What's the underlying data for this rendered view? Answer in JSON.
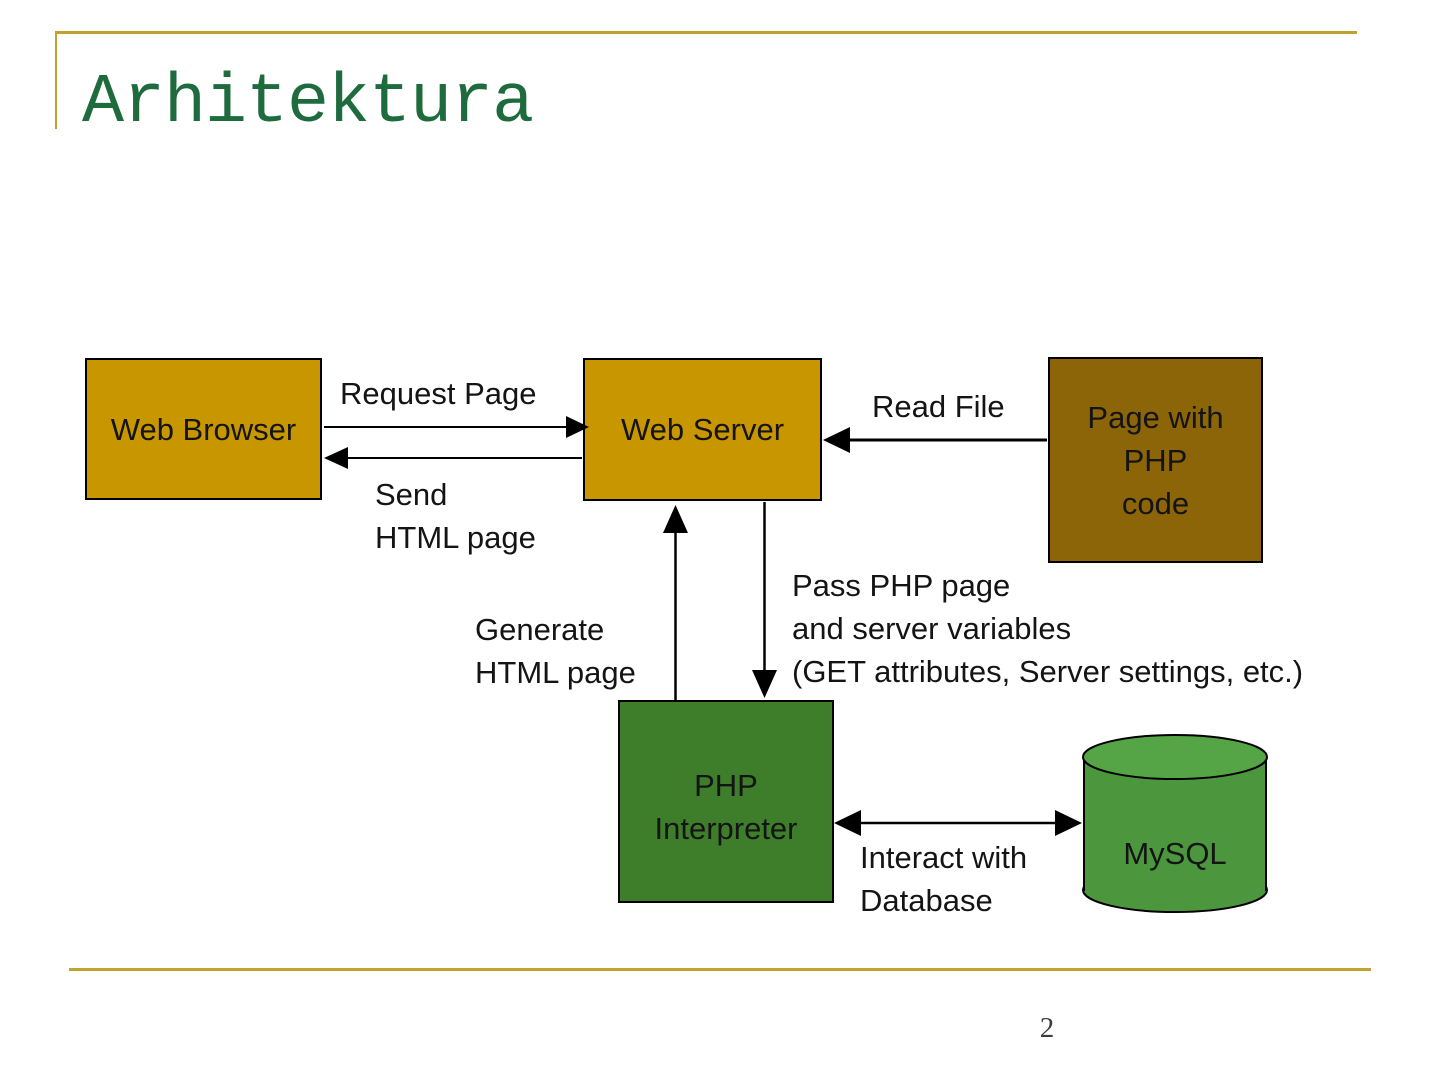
{
  "slide": {
    "title": "Arhitektura",
    "page_number": "2"
  },
  "colors": {
    "accent_rule_gold": "#C2A12F",
    "title_green": "#1E6B3E",
    "node_gold": "#C89700",
    "node_brown": "#8C6508",
    "node_green": "#3E7E2B",
    "cylinder_body_green": "#4C963D",
    "cylinder_top_green": "#55A445",
    "arrow_black": "#000000"
  },
  "diagram": {
    "nodes": {
      "web_browser": {
        "label": "Web Browser"
      },
      "web_server": {
        "label": "Web Server"
      },
      "php_page": {
        "label": "Page with\nPHP\ncode"
      },
      "php_interpreter": {
        "label": "PHP\nInterpreter"
      },
      "mysql": {
        "label": "MySQL"
      }
    },
    "edges": {
      "request_page": {
        "label": "Request Page",
        "from": "web_browser",
        "to": "web_server"
      },
      "send_html": {
        "label": "Send\nHTML page",
        "from": "web_server",
        "to": "web_browser"
      },
      "read_file": {
        "label": "Read File",
        "from": "php_page",
        "to": "web_server"
      },
      "pass_php": {
        "label": "Pass PHP page\nand server variables\n(GET attributes, Server settings, etc.)",
        "from": "web_server",
        "to": "php_interpreter"
      },
      "generate_html": {
        "label": "Generate\nHTML page",
        "from": "php_interpreter",
        "to": "web_server"
      },
      "interact_db": {
        "label": "Interact with\nDatabase",
        "from": "php_interpreter",
        "to": "mysql",
        "bidirectional": true
      }
    }
  }
}
